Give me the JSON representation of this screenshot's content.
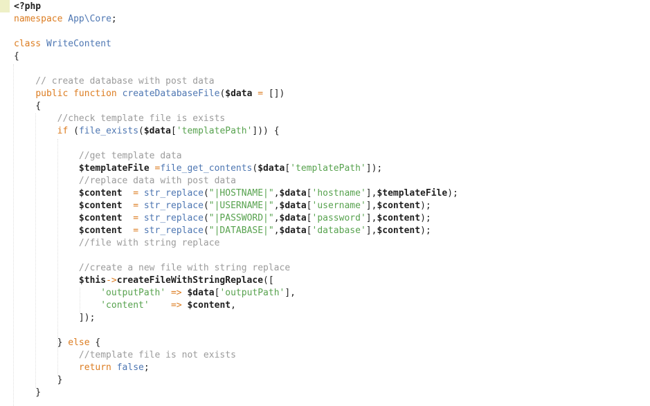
{
  "editor": {
    "background": "#ffffff",
    "gutter_change_marker_color": "#eef0c6",
    "colors": {
      "keyword": "#dc7c20",
      "identifier": "#4d76b2",
      "string": "#57a24e",
      "comment": "#9b9b9b",
      "plain": "#1f1f1f"
    },
    "code": {
      "language": "php",
      "lines": [
        [
          [
            "b",
            "<?php"
          ]
        ],
        [
          [
            "k",
            "namespace"
          ],
          [
            "p",
            " "
          ],
          [
            "i",
            "App\\Core"
          ],
          [
            "p",
            ";"
          ]
        ],
        [],
        [
          [
            "k",
            "class"
          ],
          [
            "p",
            " "
          ],
          [
            "i",
            "WriteContent"
          ]
        ],
        [
          [
            "p",
            "{"
          ]
        ],
        [],
        [
          [
            "c",
            "    // create database with post data"
          ]
        ],
        [
          [
            "p",
            "    "
          ],
          [
            "k",
            "public"
          ],
          [
            "p",
            " "
          ],
          [
            "k",
            "function"
          ],
          [
            "p",
            " "
          ],
          [
            "i",
            "createDatabaseFile"
          ],
          [
            "p",
            "("
          ],
          [
            "b",
            "$data"
          ],
          [
            "p",
            " "
          ],
          [
            "k",
            "="
          ],
          [
            "p",
            " [])"
          ]
        ],
        [
          [
            "p",
            "    {"
          ]
        ],
        [
          [
            "c",
            "        //check template file is exists"
          ]
        ],
        [
          [
            "p",
            "        "
          ],
          [
            "k",
            "if"
          ],
          [
            "p",
            " ("
          ],
          [
            "i",
            "file_exists"
          ],
          [
            "p",
            "("
          ],
          [
            "b",
            "$data"
          ],
          [
            "p",
            "["
          ],
          [
            "s",
            "'templatePath'"
          ],
          [
            "p",
            "])) {"
          ]
        ],
        [],
        [
          [
            "c",
            "            //get template data"
          ]
        ],
        [
          [
            "p",
            "            "
          ],
          [
            "b",
            "$templateFile"
          ],
          [
            "p",
            " "
          ],
          [
            "k",
            "="
          ],
          [
            "i",
            "file_get_contents"
          ],
          [
            "p",
            "("
          ],
          [
            "b",
            "$data"
          ],
          [
            "p",
            "["
          ],
          [
            "s",
            "'templatePath'"
          ],
          [
            "p",
            "]);"
          ]
        ],
        [
          [
            "c",
            "            //replace data with post data"
          ]
        ],
        [
          [
            "p",
            "            "
          ],
          [
            "b",
            "$content"
          ],
          [
            "p",
            "  "
          ],
          [
            "k",
            "="
          ],
          [
            "p",
            " "
          ],
          [
            "i",
            "str_replace"
          ],
          [
            "p",
            "("
          ],
          [
            "s",
            "\"|HOSTNAME|\""
          ],
          [
            "p",
            ","
          ],
          [
            "b",
            "$data"
          ],
          [
            "p",
            "["
          ],
          [
            "s",
            "'hostname'"
          ],
          [
            "p",
            "],"
          ],
          [
            "b",
            "$templateFile"
          ],
          [
            "p",
            ");"
          ]
        ],
        [
          [
            "p",
            "            "
          ],
          [
            "b",
            "$content"
          ],
          [
            "p",
            "  "
          ],
          [
            "k",
            "="
          ],
          [
            "p",
            " "
          ],
          [
            "i",
            "str_replace"
          ],
          [
            "p",
            "("
          ],
          [
            "s",
            "\"|USERNAME|\""
          ],
          [
            "p",
            ","
          ],
          [
            "b",
            "$data"
          ],
          [
            "p",
            "["
          ],
          [
            "s",
            "'username'"
          ],
          [
            "p",
            "],"
          ],
          [
            "b",
            "$content"
          ],
          [
            "p",
            ");"
          ]
        ],
        [
          [
            "p",
            "            "
          ],
          [
            "b",
            "$content"
          ],
          [
            "p",
            "  "
          ],
          [
            "k",
            "="
          ],
          [
            "p",
            " "
          ],
          [
            "i",
            "str_replace"
          ],
          [
            "p",
            "("
          ],
          [
            "s",
            "\"|PASSWORD|\""
          ],
          [
            "p",
            ","
          ],
          [
            "b",
            "$data"
          ],
          [
            "p",
            "["
          ],
          [
            "s",
            "'password'"
          ],
          [
            "p",
            "],"
          ],
          [
            "b",
            "$content"
          ],
          [
            "p",
            ");"
          ]
        ],
        [
          [
            "p",
            "            "
          ],
          [
            "b",
            "$content"
          ],
          [
            "p",
            "  "
          ],
          [
            "k",
            "="
          ],
          [
            "p",
            " "
          ],
          [
            "i",
            "str_replace"
          ],
          [
            "p",
            "("
          ],
          [
            "s",
            "\"|DATABASE|\""
          ],
          [
            "p",
            ","
          ],
          [
            "b",
            "$data"
          ],
          [
            "p",
            "["
          ],
          [
            "s",
            "'database'"
          ],
          [
            "p",
            "],"
          ],
          [
            "b",
            "$content"
          ],
          [
            "p",
            ");"
          ]
        ],
        [
          [
            "c",
            "            //file with string replace"
          ]
        ],
        [],
        [
          [
            "c",
            "            //create a new file with string replace"
          ]
        ],
        [
          [
            "p",
            "            "
          ],
          [
            "b",
            "$this"
          ],
          [
            "k",
            "->"
          ],
          [
            "b",
            "createFileWithStringReplace"
          ],
          [
            "p",
            "(["
          ]
        ],
        [
          [
            "p",
            "                "
          ],
          [
            "s",
            "'outputPath'"
          ],
          [
            "p",
            " "
          ],
          [
            "k",
            "=>"
          ],
          [
            "p",
            " "
          ],
          [
            "b",
            "$data"
          ],
          [
            "p",
            "["
          ],
          [
            "s",
            "'outputPath'"
          ],
          [
            "p",
            "],"
          ]
        ],
        [
          [
            "p",
            "                "
          ],
          [
            "s",
            "'content'"
          ],
          [
            "p",
            "    "
          ],
          [
            "k",
            "=>"
          ],
          [
            "p",
            " "
          ],
          [
            "b",
            "$content"
          ],
          [
            "p",
            ","
          ]
        ],
        [
          [
            "p",
            "            ]);"
          ]
        ],
        [],
        [
          [
            "p",
            "        } "
          ],
          [
            "k",
            "else"
          ],
          [
            "p",
            " {"
          ]
        ],
        [
          [
            "c",
            "            //template file is not exists"
          ]
        ],
        [
          [
            "p",
            "            "
          ],
          [
            "k",
            "return"
          ],
          [
            "p",
            " "
          ],
          [
            "i",
            "false"
          ],
          [
            "p",
            ";"
          ]
        ],
        [
          [
            "p",
            "        }"
          ]
        ],
        [
          [
            "p",
            "    }"
          ]
        ]
      ]
    }
  }
}
